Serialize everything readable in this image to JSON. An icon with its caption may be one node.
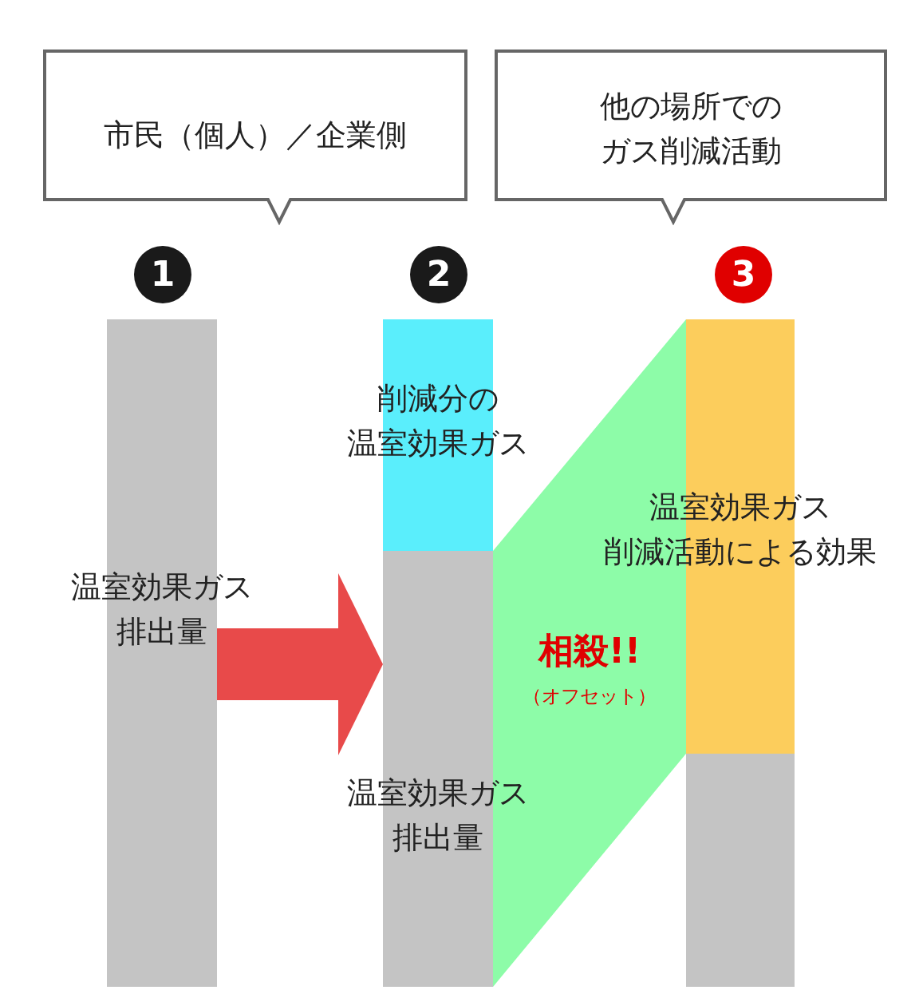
{
  "diagram": {
    "nodes": [
      {
        "text": [
          "市民（個人）／企業側"
        ]
      },
      {
        "text": [
          "他の場所でのガス削減活動"
        ]
      },
      {
        "text": [
          "1"
        ]
      },
      {
        "text": [
          "2"
        ]
      },
      {
        "text": [
          "3"
        ]
      },
      {
        "text": [
          "温室効果ガス排出量"
        ]
      },
      {
        "text": [
          "削減分の温室効果ガス"
        ]
      },
      {
        "text": [
          "温室効果ガス排出量"
        ]
      },
      {
        "text": [
          "相殺!!",
          "（オフセット）"
        ]
      },
      {
        "text": [
          "温室効果ガス削減活動による効果"
        ]
      },
      {
        "text": [],
        "shape": "bar"
      }
    ],
    "edges": [
      {
        "from": 5,
        "to": 7,
        "arrow": "to",
        "color": "#e84a4a"
      }
    ]
  }
}
